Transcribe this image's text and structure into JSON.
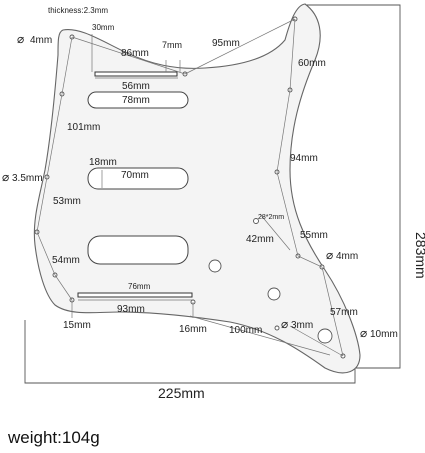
{
  "diagram": {
    "labels": {
      "thickness": "thickness:2.3mm",
      "hole_4mm_top": "4mm",
      "d30": "30mm",
      "d86": "86mm",
      "d7": "7mm",
      "d95": "95mm",
      "d60": "60mm",
      "d56": "56mm",
      "d78": "78mm",
      "d101": "101mm",
      "d94": "94mm",
      "d18": "18mm",
      "d70": "70mm",
      "hole_3_5mm": "3.5mm",
      "d283": "283mm",
      "d53": "53mm",
      "d28x2": "28*2mm",
      "d42": "42mm",
      "d55": "55mm",
      "d54": "54mm",
      "hole_4mm_right": "4mm",
      "d76": "76mm",
      "d93": "93mm",
      "d57": "57mm",
      "hole_3mm": "3mm",
      "hole_10mm": "10mm",
      "d15": "15mm",
      "d16": "16mm",
      "d100": "100mm",
      "d225": "225mm"
    },
    "diameter_symbol": "⌀"
  },
  "footer": {
    "weight": "weight:104g"
  }
}
